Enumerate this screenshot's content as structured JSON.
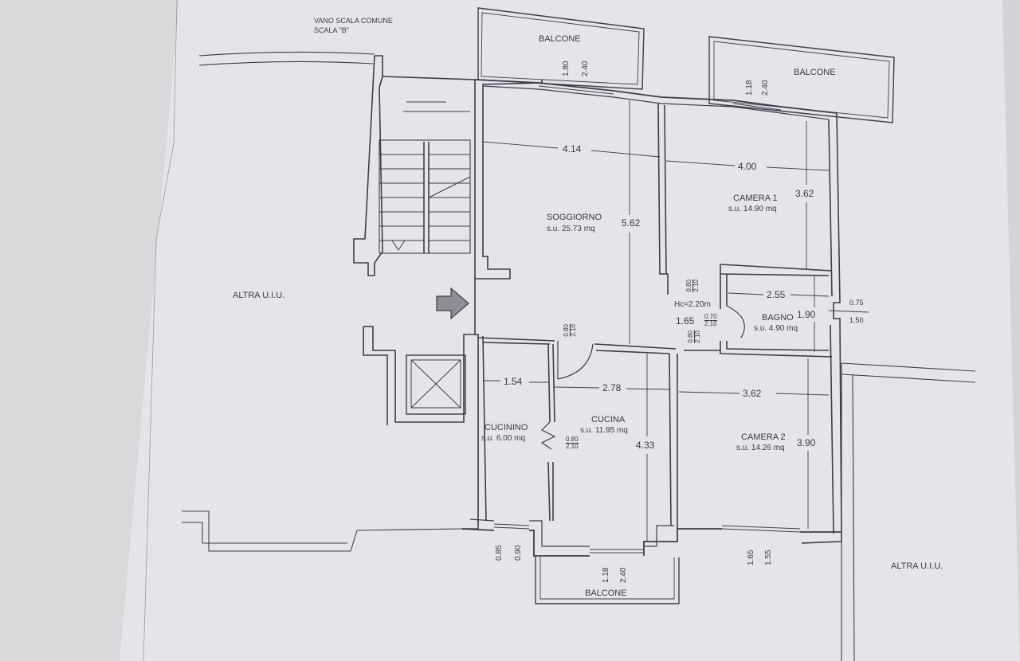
{
  "labels": {
    "vano_scala": "VANO SCALA COMUNE",
    "scala_b": "SCALA \"B\"",
    "altra_left": "ALTRA U.I.U.",
    "altra_right": "ALTRA U.I.U."
  },
  "balconies": {
    "top_left": "BALCONE",
    "top_right": "BALCONE",
    "bottom": "BALCONE"
  },
  "rooms": {
    "soggiorno": {
      "name": "SOGGIORNO",
      "area": "s.u. 25.73 mq"
    },
    "camera1": {
      "name": "CAMERA 1",
      "area": "s.u. 14.90 mq"
    },
    "bagno": {
      "name": "BAGNO",
      "area": "s.u. 4.90 mq"
    },
    "cucinino": {
      "name": "CUCININO",
      "area": "s.u. 6.00 mq"
    },
    "cucina": {
      "name": "CUCINA",
      "area": "s.u. 11.95 mq"
    },
    "camera2": {
      "name": "CAMERA 2",
      "area": "s.u. 14.26 mq"
    }
  },
  "dimensions": {
    "soggiorno_w": "4.14",
    "soggiorno_h": "5.62",
    "camera1_w": "4.00",
    "camera1_h": "3.62",
    "bagno_w": "2.55",
    "bagno_h": "1.90",
    "hall_w": "1.65",
    "hc": "Hc=2.20m",
    "cucinino_w": "1.54",
    "cucina_w": "2.78",
    "cucina_h": "4.33",
    "camera2_w": "3.62",
    "camera2_h": "3.90"
  },
  "windows": {
    "bal1_a": "1.80",
    "bal1_b": "2.40",
    "bal2_a": "1.18",
    "bal2_b": "2.40",
    "bagno_win_a": "0.75",
    "bagno_win_b": "1.50",
    "cucinino_win_a": "0.85",
    "cucinino_win_b": "0.90",
    "cucina_win_a": "1.18",
    "cucina_win_b": "2.40",
    "cam2_win_a": "1.65",
    "cam2_win_b": "1.55"
  },
  "doors": {
    "soggiorno": {
      "w": "0.80",
      "h": "2.10"
    },
    "camera1": {
      "w": "0.80",
      "h": "2.10"
    },
    "bagno": {
      "w": "0.70",
      "h": "2.10"
    },
    "camera2": {
      "w": "0.80",
      "h": "2.10"
    },
    "cucinino": {
      "w": "0.80",
      "h": "2.10"
    }
  },
  "colors": {
    "background": "#c9cacd",
    "paper": "#e6e6ea",
    "ink": "#3a3a44"
  }
}
